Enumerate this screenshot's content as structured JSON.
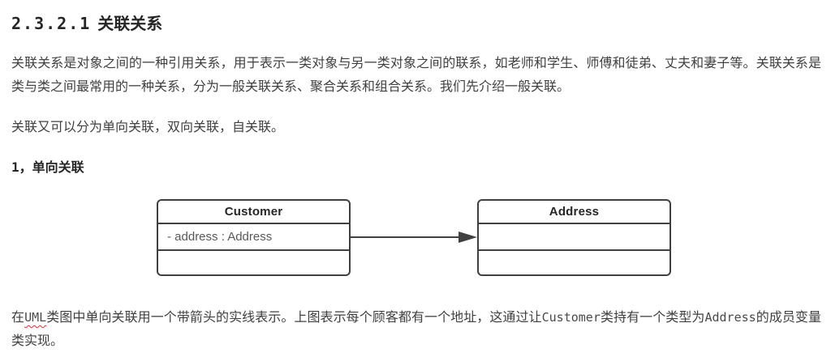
{
  "heading": {
    "number": "2.3.2.1",
    "title": "关联关系"
  },
  "paragraphs": {
    "intro": "关联关系是对象之间的一种引用关系，用于表示一类对象与另一类对象之间的联系，如老师和学生、师傅和徒弟、丈夫和妻子等。关联关系是类与类之间最常用的一种关系，分为一般关联关系、聚合关系和组合关系。我们先介绍一般关联。",
    "types": "关联又可以分为单向关联，双向关联，自关联。"
  },
  "subheading": {
    "number": "1，",
    "title": "单向关联"
  },
  "diagram": {
    "type": "uml-class-diagram",
    "relation": "unidirectional-association",
    "customer": {
      "title": "Customer",
      "attribute": "- address : Address"
    },
    "address": {
      "title": "Address"
    },
    "colors": {
      "border": "#404040",
      "title_text": "#262626",
      "attribute_text": "#595959",
      "arrow": "#404040"
    }
  },
  "explanation": {
    "t1": "在",
    "code1": "UML",
    "t2": "类图中单向关联用一个带箭头的实线表示。上图表示每个顾客都有一个地址，这通过让",
    "code2": "Customer",
    "t3": "类持有一个类型为",
    "code3": "Address",
    "t4": "的成员变量类实现。"
  },
  "colors": {
    "background": "#ffffff",
    "body_text": "#404040",
    "heading_text": "#262626",
    "spellcheck_underline": "#e03131"
  }
}
